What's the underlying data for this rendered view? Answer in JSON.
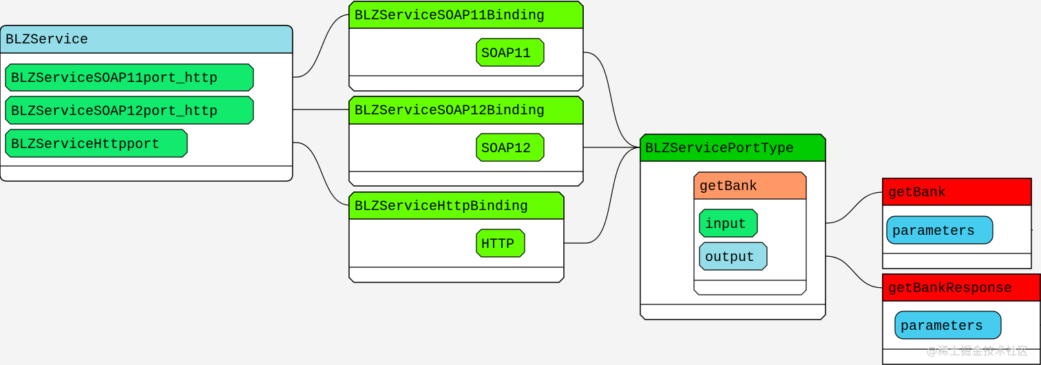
{
  "colors": {
    "background": "#f4f4f4",
    "service_header": "#94dde9",
    "port": "#12ea6e",
    "binding_header": "#66ff00",
    "binding_item": "#66ff00",
    "porttype_header": "#00cc00",
    "operation_header": "#ff9866",
    "input": "#12ea6e",
    "output": "#94dde9",
    "message_header": "#ff0000",
    "part": "#45ccee"
  },
  "service": {
    "name": "BLZService",
    "ports": [
      "BLZServiceSOAP11port_http",
      "BLZServiceSOAP12port_http",
      "BLZServiceHttpport"
    ]
  },
  "bindings": [
    {
      "name": "BLZServiceSOAP11Binding",
      "protocol": "SOAP11"
    },
    {
      "name": "BLZServiceSOAP12Binding",
      "protocol": "SOAP12"
    },
    {
      "name": "BLZServiceHttpBinding",
      "protocol": "HTTP"
    }
  ],
  "port_type": {
    "name": "BLZServicePortType",
    "operation": {
      "name": "getBank",
      "input": "input",
      "output": "output"
    }
  },
  "messages": [
    {
      "name": "getBank",
      "part": "parameters"
    },
    {
      "name": "getBankResponse",
      "part": "parameters"
    }
  ],
  "watermark": "@稀土掘金技术社区"
}
